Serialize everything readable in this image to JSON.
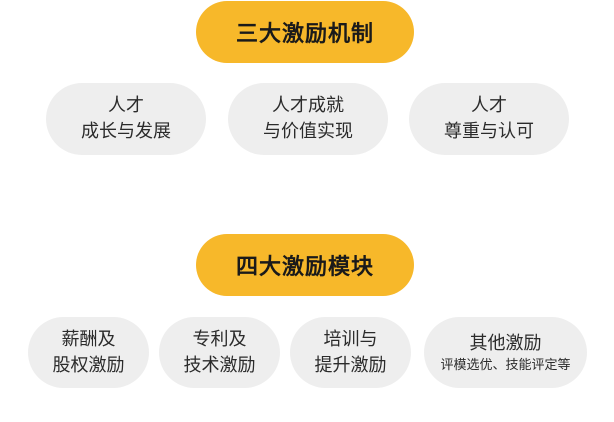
{
  "mechanisms": {
    "title": "三大激励机制",
    "items": [
      {
        "line1": "人才",
        "line2": "成长与发展"
      },
      {
        "line1": "人才成就",
        "line2": "与价值实现"
      },
      {
        "line1": "人才",
        "line2": "尊重与认可"
      }
    ]
  },
  "modules": {
    "title": "四大激励模块",
    "items": [
      {
        "line1": "薪酬及",
        "line2": "股权激励"
      },
      {
        "line1": "专利及",
        "line2": "技术激励"
      },
      {
        "line1": "培训与",
        "line2": "提升激励"
      },
      {
        "line1": "其他激励",
        "line2": "评模选优、技能评定等"
      }
    ]
  },
  "colors": {
    "title_bg": "#f7b82a",
    "pill_bg": "#eeeeee"
  }
}
